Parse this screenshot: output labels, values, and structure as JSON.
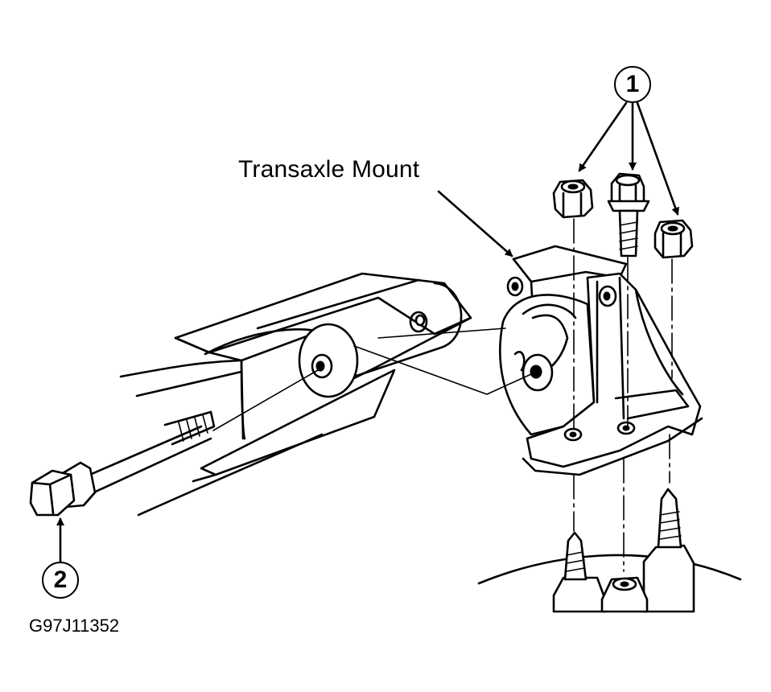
{
  "labels": {
    "part_name": "Transaxle Mount",
    "figure_id": "G97J11352"
  },
  "callouts": [
    {
      "number": "1"
    },
    {
      "number": "2"
    }
  ]
}
